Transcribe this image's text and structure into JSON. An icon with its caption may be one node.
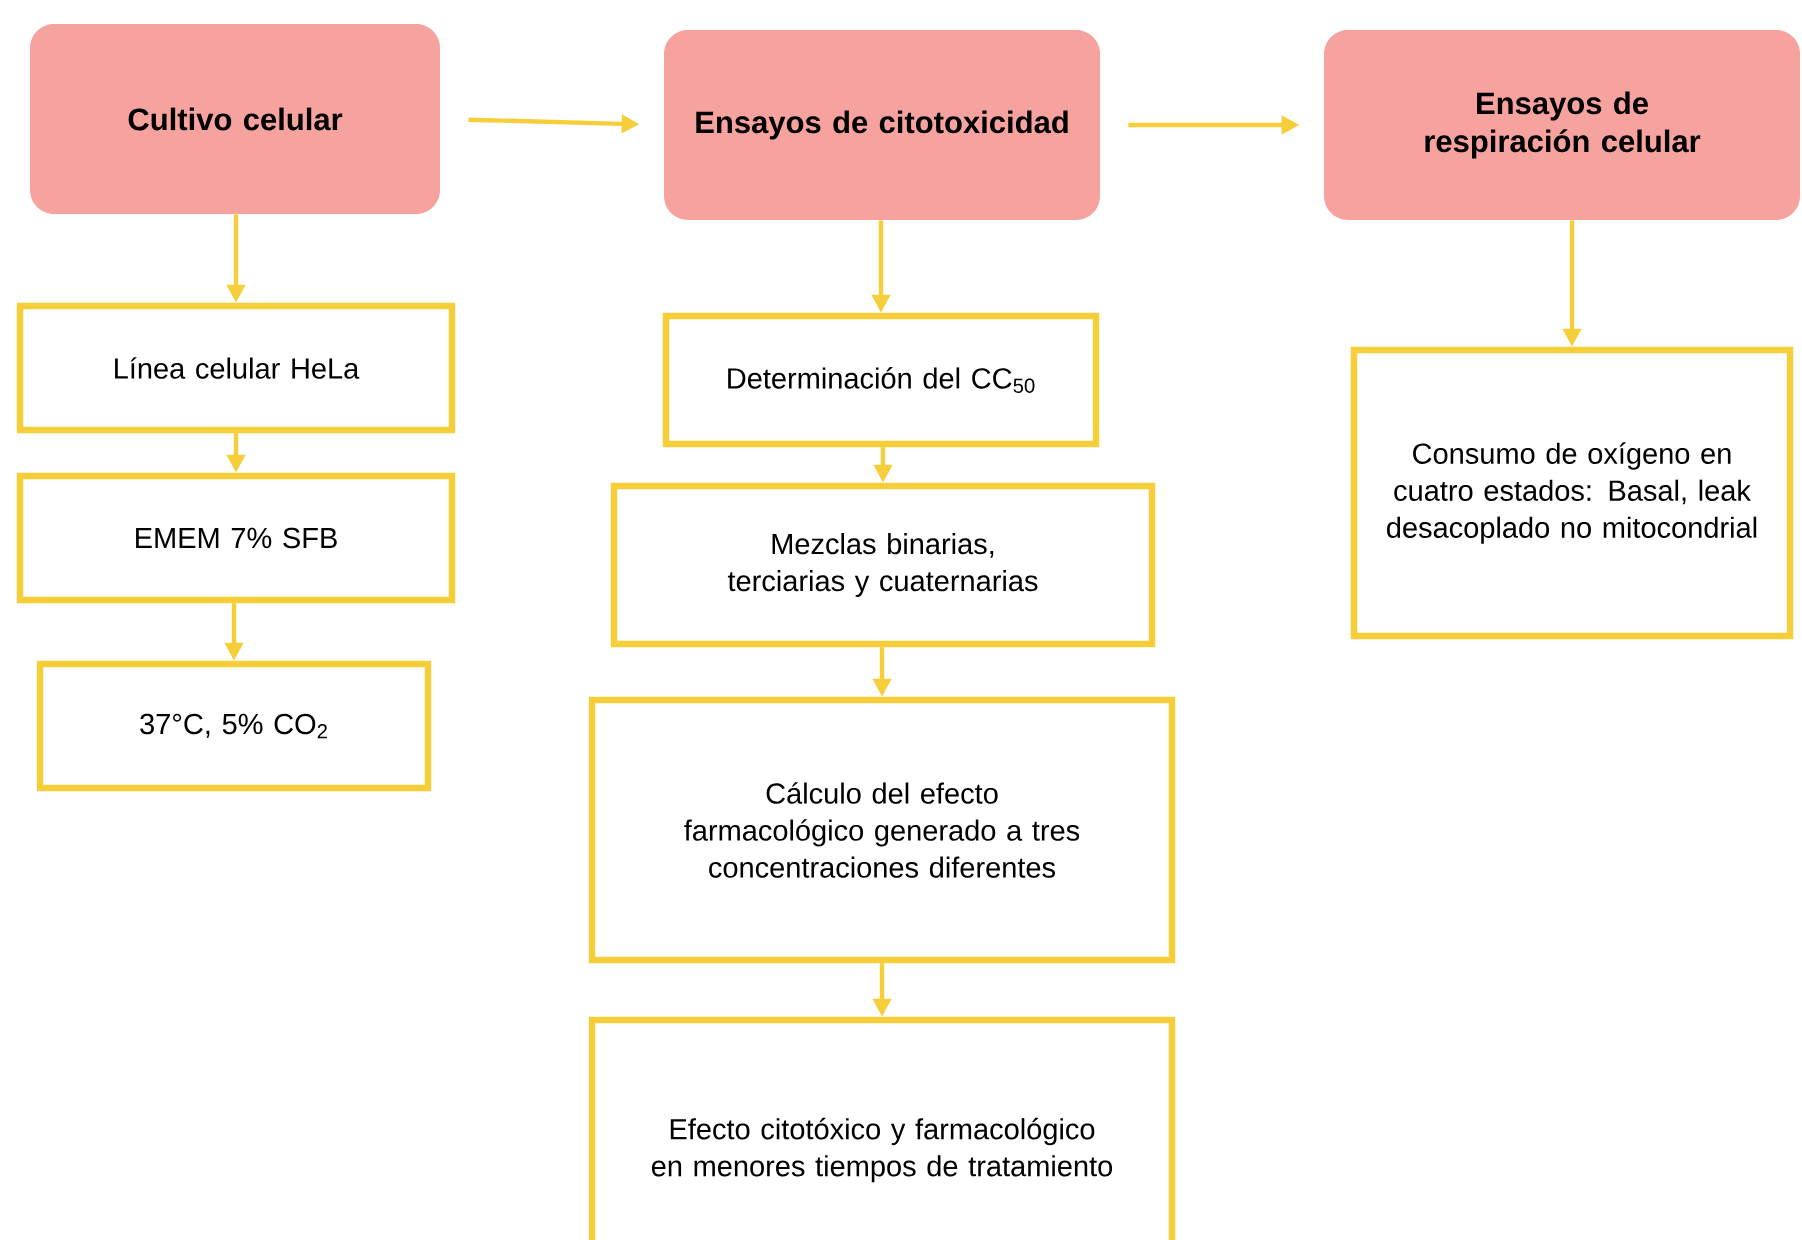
{
  "diagram": {
    "nodes": [
      {
        "text": [
          "Cultivo celular"
        ]
      },
      {
        "text": [
          "Ensayos de citotoxicidad"
        ]
      },
      {
        "text": [
          "Ensayos de respiración celular"
        ]
      },
      {
        "text": [
          "Línea celular HeLa"
        ]
      },
      {
        "text": [
          "EMEM 7% SFB"
        ]
      },
      {
        "text": [
          "37°C, 5% CO$_{2}$"
        ]
      },
      {
        "text": [
          "Determinación del CC$_{50}$"
        ]
      },
      {
        "text": [
          "Mezclas binarias, terciarias y cuaternarias"
        ]
      },
      {
        "text": [
          "Cálculo del efecto farmacológico generado a tres concentraciones diferentes"
        ]
      },
      {
        "text": [
          "Efecto citotóxico y farmacológico en menores tiempos de tratamiento"
        ]
      },
      {
        "text": [
          "Consumo de oxígeno en cuatro estados: Basal, leak desacoplado no mitocondrial"
        ]
      }
    ],
    "edges": [
      {
        "from": 0,
        "to": 1,
        "arrow": "to"
      },
      {
        "from": 1,
        "to": 2,
        "arrow": "to"
      },
      {
        "from": 0,
        "to": 3,
        "arrow": "to"
      },
      {
        "from": 3,
        "to": 4,
        "arrow": "to"
      },
      {
        "from": 4,
        "to": 5,
        "arrow": "to"
      },
      {
        "from": 1,
        "to": 6,
        "arrow": "to"
      },
      {
        "from": 6,
        "to": 7,
        "arrow": "to"
      },
      {
        "from": 7,
        "to": 8,
        "arrow": "to"
      },
      {
        "from": 8,
        "to": 9,
        "arrow": "to"
      },
      {
        "from": 2,
        "to": 10,
        "arrow": "to"
      }
    ]
  }
}
